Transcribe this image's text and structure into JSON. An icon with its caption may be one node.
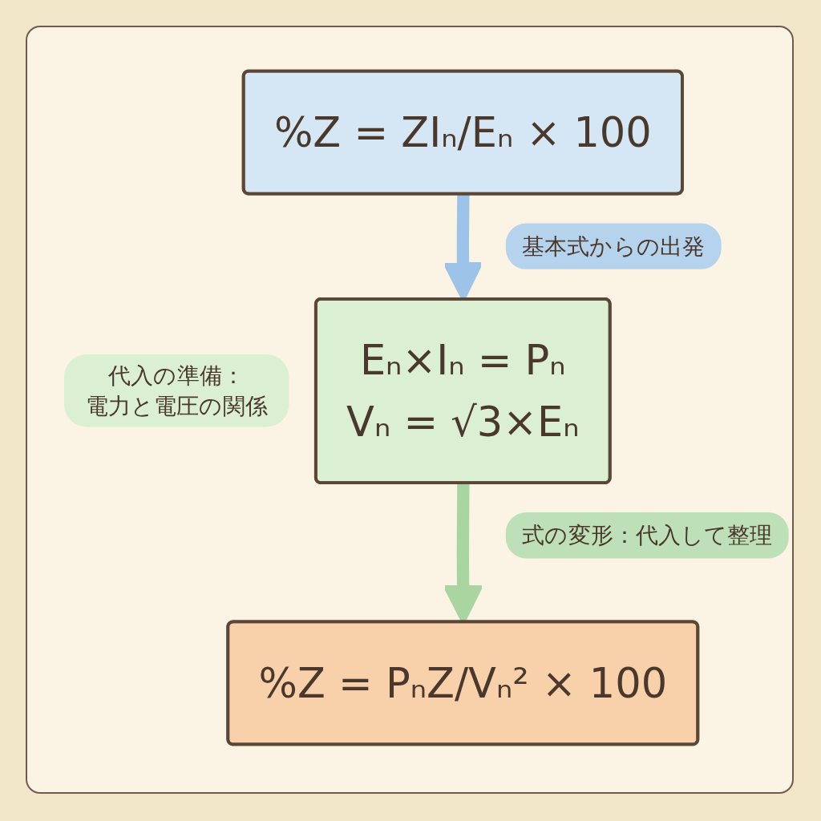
{
  "diagram": {
    "nodes": [
      {
        "text": [
          "%Z = ZIₙ/Eₙ × 100"
        ]
      },
      {
        "text": [
          "Eₙ×Iₙ = Pₙ",
          "Vₙ = √3×Eₙ"
        ],
        "beside": [
          "代入の準備：電力と電圧の関係"
        ]
      },
      {
        "text": [
          "%Z = PₙZ/Vₙ² × 100"
        ]
      }
    ],
    "edges": [
      {
        "from": 0,
        "to": 1,
        "arrow": "to",
        "label": "基本式からの出発",
        "color": "#9dc4e8"
      },
      {
        "from": 1,
        "to": 2,
        "arrow": "to",
        "label": "式の変形：代入して整理",
        "color": "#a8d5a0"
      }
    ]
  }
}
